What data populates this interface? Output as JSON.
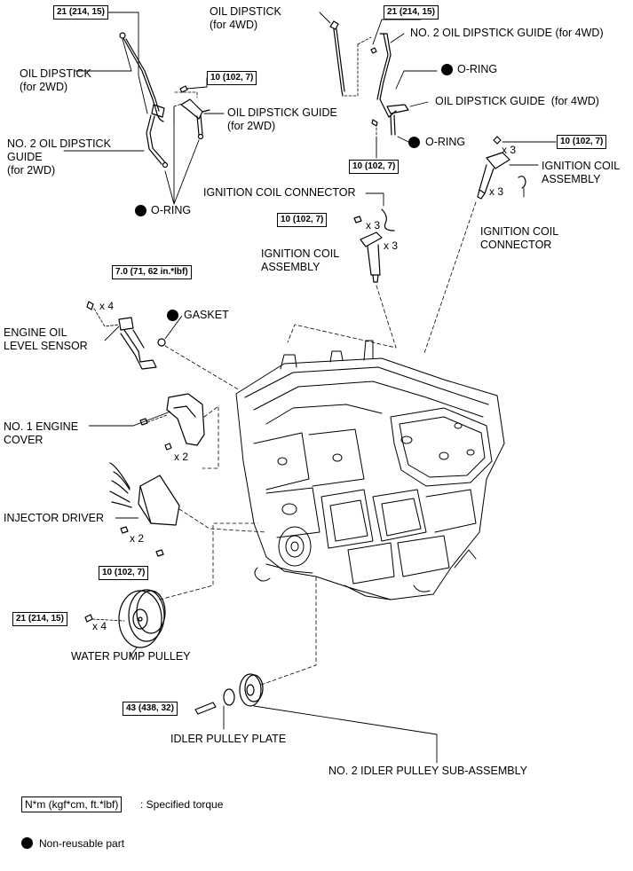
{
  "labels": {
    "oil_dipstick_2wd": "OIL DIPSTICK\n(for 2WD)",
    "no2_guide_2wd": "NO. 2 OIL DIPSTICK\nGUIDE\n(for 2WD)",
    "guide_2wd": "OIL DIPSTICK GUIDE\n(for 2WD)",
    "oring_left": "O-RING",
    "oil_dipstick_4wd": "OIL DIPSTICK\n(for 4WD)",
    "no2_guide_4wd": "NO. 2 OIL DIPSTICK GUIDE (for 4WD)",
    "oring_4wd_top": "O-RING",
    "guide_4wd": "OIL DIPSTICK GUIDE  (for 4WD)",
    "oring_4wd_bottom": "O-RING",
    "ign_conn_center": "IGNITION COIL CONNECTOR",
    "ign_coil_center": "IGNITION COIL\nASSEMBLY",
    "ign_coil_right": "IGNITION COIL\nASSEMBLY",
    "ign_conn_right": "IGNITION COIL\nCONNECTOR",
    "oil_level_sensor": "ENGINE OIL\nLEVEL SENSOR",
    "gasket": "GASKET",
    "no1_engine_cover": "NO. 1 ENGINE\nCOVER",
    "injector_driver": "INJECTOR DRIVER",
    "water_pump_pulley": "WATER PUMP PULLEY",
    "idler_plate": "IDLER PULLEY PLATE",
    "no2_idler": "NO. 2 IDLER PULLEY SUB-ASSEMBLY"
  },
  "torques": {
    "t_21_left": "21 (214, 15)",
    "t_10_2wd": "10 (102, 7)",
    "t_21_4wd": "21 (214, 15)",
    "t_10_4wd": "10 (102, 7)",
    "t_10_coil_right": "10 (102, 7)",
    "t_10_coil_center": "10 (102, 7)",
    "t_7_sensor": "7.0 (71, 62 in.*lbf)",
    "t_10_injector": "10 (102, 7)",
    "t_21_pump": "21 (214, 15)",
    "t_43_idler": "43 (438, 32)"
  },
  "quantities": {
    "q_coil_right_top": "x 3",
    "q_coil_right_bot": "x 3",
    "q_coil_center_top": "x 3",
    "q_coil_center_bot": "x 3",
    "q_sensor": "x 4",
    "q_cover": "x 2",
    "q_injector": "x 2",
    "q_pump": "x 4"
  },
  "legend": {
    "torque_box": "N*m (kgf*cm, ft.*lbf)",
    "torque_desc": ": Specified torque",
    "nonreusable": "Non-reusable part"
  },
  "colors": {
    "line": "#000000",
    "background": "#ffffff"
  }
}
